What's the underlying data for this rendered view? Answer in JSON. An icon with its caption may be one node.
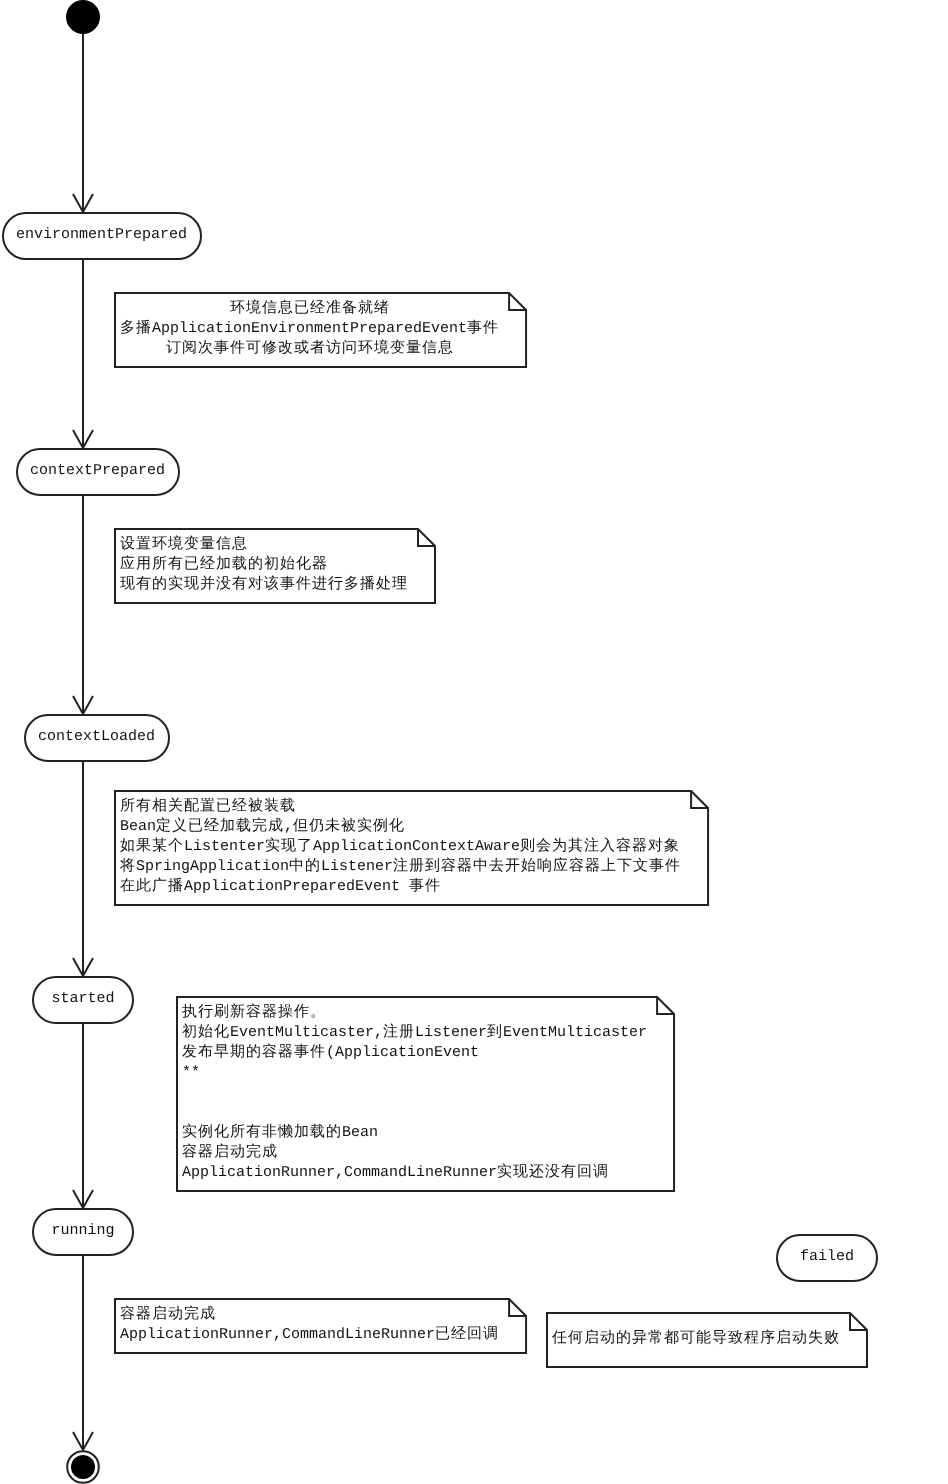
{
  "diagram": {
    "nodes": [
      {
        "text": [],
        "shape": "circle"
      },
      {
        "text": [
          "environmentPrepared"
        ]
      },
      {
        "text": [
          "环境信息已经准备就绪",
          "多播ApplicationEnvironmentPreparedEvent事件",
          "订阅次事件可修改或者访问环境变量信息"
        ]
      },
      {
        "text": [
          "contextPrepared"
        ]
      },
      {
        "text": [
          "设置环境变量信息",
          "应用所有已经加载的初始化器",
          "现有的实现并没有对该事件进行多播处理"
        ]
      },
      {
        "text": [
          "contextLoaded"
        ]
      },
      {
        "text": [
          "所有相关配置已经被装载",
          "Bean定义已经加载完成,但仍未被实例化",
          "如果某个Listenter实现了ApplicationContextAware则会为其注入容器对象",
          "将SpringApplication中的Listener注册到容器中去开始响应容器上下文事件",
          "在此广播ApplicationPreparedEvent 事件"
        ]
      },
      {
        "text": [
          "started"
        ]
      },
      {
        "text": [
          "执行刷新容器操作。",
          "初始化EventMulticaster,注册Listener到EventMulticaster",
          "发布早期的容器事件(ApplicationEvent",
          "**",
          "实例化所有非懒加载的Bean",
          "容器启动完成",
          "ApplicationRunner,CommandLineRunner实现还没有回调"
        ]
      },
      {
        "text": [
          "running"
        ]
      },
      {
        "text": [
          "容器启动完成",
          "ApplicationRunner,CommandLineRunner已经回调"
        ]
      },
      {
        "text": [
          "failed"
        ]
      },
      {
        "text": [
          "任何启动的异常都可能导致程序启动失败"
        ]
      },
      {
        "text": [],
        "shape": "circle"
      }
    ],
    "edges": [
      {
        "from": 0,
        "to": 1,
        "arrow": "to"
      },
      {
        "from": 1,
        "to": 3,
        "arrow": "to"
      },
      {
        "from": 3,
        "to": 5,
        "arrow": "to"
      },
      {
        "from": 5,
        "to": 7,
        "arrow": "to"
      },
      {
        "from": 7,
        "to": 9,
        "arrow": "to"
      },
      {
        "from": 9,
        "to": 13,
        "arrow": "to"
      }
    ]
  }
}
